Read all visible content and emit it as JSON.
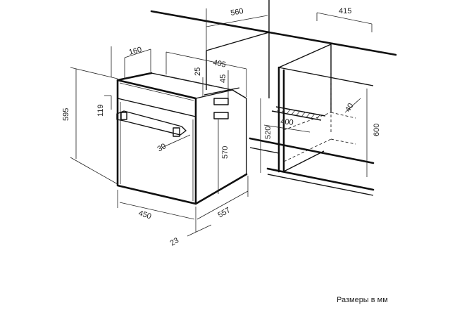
{
  "dimensions": {
    "d560": "560",
    "d415": "415",
    "d160": "160",
    "d405": "405",
    "d25": "25",
    "d45": "45",
    "d595": "595",
    "d119": "119",
    "d520": "520",
    "d600": "600",
    "d40": "40",
    "d400": "400",
    "d570": "570",
    "d30": "30",
    "d450": "450",
    "d557": "557",
    "d23": "23"
  },
  "note": "Размеры в мм"
}
